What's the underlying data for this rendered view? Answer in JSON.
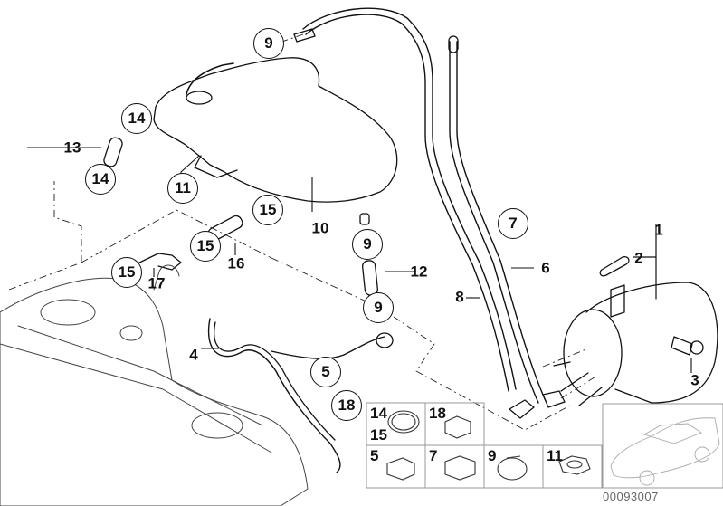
{
  "diagram": {
    "title": "Fuel tank vent / activated charcoal filter parts diagram",
    "image_code": "00093007",
    "callouts_plain": [
      {
        "id": "c1",
        "text": "1"
      },
      {
        "id": "c2",
        "text": "2"
      },
      {
        "id": "c3",
        "text": "3"
      },
      {
        "id": "c4",
        "text": "4"
      },
      {
        "id": "c6",
        "text": "6"
      },
      {
        "id": "c8",
        "text": "8"
      },
      {
        "id": "c10",
        "text": "10"
      },
      {
        "id": "c12",
        "text": "12"
      },
      {
        "id": "c13",
        "text": "13"
      },
      {
        "id": "c16",
        "text": "16"
      },
      {
        "id": "c17",
        "text": "17"
      }
    ],
    "callouts_circled": [
      {
        "id": "k9a",
        "text": "9"
      },
      {
        "id": "k14a",
        "text": "14"
      },
      {
        "id": "k14b",
        "text": "14"
      },
      {
        "id": "k11",
        "text": "11"
      },
      {
        "id": "k15a",
        "text": "15"
      },
      {
        "id": "k15b",
        "text": "15"
      },
      {
        "id": "k15c",
        "text": "15"
      },
      {
        "id": "k9b",
        "text": "9"
      },
      {
        "id": "k9c",
        "text": "9"
      },
      {
        "id": "k7",
        "text": "7"
      },
      {
        "id": "k5",
        "text": "5"
      },
      {
        "id": "k18",
        "text": "18"
      }
    ],
    "legend_boxes": [
      {
        "id": "b14",
        "label": "14",
        "label2": "15",
        "part": "hose-clamp"
      },
      {
        "id": "b18",
        "label": "18",
        "label2": "",
        "part": "double-clip"
      },
      {
        "id": "b5",
        "label": "5",
        "label2": "",
        "part": "clip"
      },
      {
        "id": "b7",
        "label": "7",
        "label2": "",
        "part": "double-clip"
      },
      {
        "id": "b9",
        "label": "9",
        "label2": "",
        "part": "worm-clamp"
      },
      {
        "id": "b11",
        "label": "11",
        "label2": "",
        "part": "hex-nut"
      }
    ],
    "vehicle_thumbnail": "car-outline"
  }
}
